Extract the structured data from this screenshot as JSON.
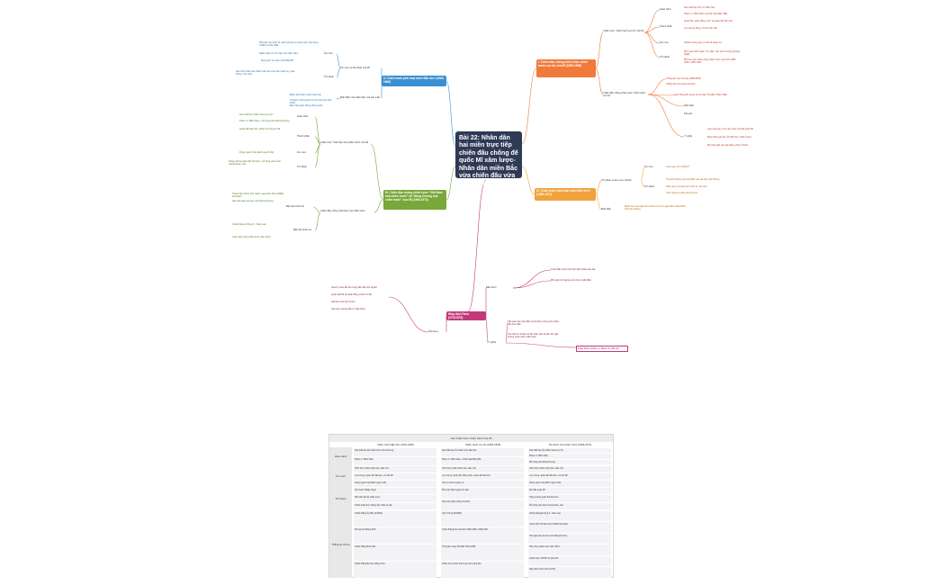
{
  "center_title": "Bài 22: Nhân dân hai miền trực tiếp chiến đấu chống đế quốc Mĩ xâm lược-Nhân dân miền Bắc vừa chiến đấu vừa sản xuất (1965-1973)",
  "branches": {
    "b1": {
      "title": "I. Chiến đấu chống chiến lược chiến tranh cục bộ của Mĩ (1965-1968)",
      "color": "#f07a3c"
    },
    "b2": {
      "title": "II. Chiến tranh phá hoại miền Bắc lần I (1965-1968)",
      "color": "#3a8fd0"
    },
    "b3": {
      "title": "III. Chiến đấu chống chiến lược \"Việt Nam hoá chiến tranh\" và \"Đông Dương hoá chiến tranh\" của Mĩ (1969-1973)",
      "color": "#7aa73a"
    },
    "b4": {
      "title": "IV. Chiến tranh phá hoại miền Bắc lần II (1969-1973)",
      "color": "#f0a23c"
    },
    "b5": {
      "title": "Hiệp định Paris (27/1/1973)",
      "color": "#c23a7a"
    }
  },
  "b1_sub": {
    "s1": "Chiến lược \"chiến tranh cục bộ\" của Mĩ",
    "s2": "Chiến đấu chống chiến lược \"chiến tranh cục bộ\"",
    "leaves": [
      "Hoàn cảnh",
      "Sau thất bại của \"CT đặc biệt\"",
      "Phạm vi: Miền Nam và phá hoại Miền Bắc",
      "Thành phần",
      "Quân Mĩ, quân đồng minh và quân đội Sài Gòn",
      "Lực lượng đông, vũ khí hiện đại",
      "Âm mưu",
      "Nhanh chóng tạo ưu thế về quân sự",
      "Thủ đoạn",
      "Mở cuộc hành quân \"tìm diệt\" vào Vạn Tường (Quảng Ngãi)",
      "Mở hai cuộc phản công chiến lược mùa khô 1965-1966, 1966-1967",
      "Thắng lợi Vạn Tường (18/8/1965)",
      "Thắng lợi trong hai mùa khô",
      "Cuộc Tổng tiến công và nổi dậy Tết Mậu Thân 1968",
      "Diễn biến",
      "Kết quả",
      "Ý nghĩa",
      "Làm lung lay ý chí xâm lược của đế quốc Mĩ",
      "Buộc Mĩ tuyên bố \"phi Mĩ hóa\" chiến tranh",
      "Mĩ phải ngồi vào bàn đàm phán ở Paris"
    ]
  },
  "b2_sub": {
    "s1": "Âm mưu và thủ đoạn của Mĩ",
    "s2": "Miền Bắc vừa chiến đấu vừa sản xuất",
    "leaves": [
      "Âm mưu",
      "Phá tiềm lực kinh tế, quốc phòng và công cuộc xây dựng CNXH ở miền Bắc",
      "Ngăn chặn sự chi viện cho miền Nam",
      "Thủ đoạn",
      "Dựng lên \"sự kiện Vịnh Bắc Bộ\"",
      "Ném bom bắn phá, đánh vào các mục tiêu quân sự, giao thông, nhà máy",
      "Đánh bại chiến tranh phá hoại",
      "Chuyển hướng kinh tế cho phù hợp thời chiến",
      "Đảm bảo giao thông thông suốt"
    ]
  },
  "b3_sub": {
    "s1": "Chiến lược \"Việt Nam hoá chiến tranh\" của Mĩ",
    "s2": "Chiến đấu chống Việt Nam hoá chiến tranh",
    "leaves": [
      "Hoàn cảnh",
      "Sau thất bại \"chiến tranh cục bộ\"",
      "Phạm vi: Miền Nam, mở rộng toàn Đông Dương",
      "Thành phần",
      "Quân đội Sài Gòn, phối hợp hỏa lực Mĩ",
      "Âm mưu",
      "Dùng người Việt đánh người Việt",
      "Thủ đoạn",
      "Tăng cường quân đội Sài Gòn, mở rộng xâm lược Campuchia, Lào",
      "Mặt trận Chính trị",
      "Mặt trận Quân sự",
      "Thành lập Chính phủ Cách mạng lâm thời CHMN Việt Nam",
      "Hội nghị cấp cao ba nước Đông Dương",
      "Chiến thắng đường 9 - Nam Lào",
      "Cuộc tiến công chiến lược năm 1972"
    ]
  },
  "b4_sub": {
    "s1": "Thủ đoạn và âm mưu của Mĩ",
    "s2": "Miền Bắc",
    "leaves": [
      "Âm mưu",
      "Cứu nguy cho VNHCT",
      "Thủ đoạn",
      "Tập kích bằng máy bay B52 vào Hà Nội, Hải Phòng",
      "Khôi phục và phát triển kinh tế, văn hóa",
      "Làm nghĩa vụ hậu phương lớn",
      "Đánh bại cuộc tập kích chiến lược 12 ngày đêm, Điện Biên Phủ trên không"
    ]
  },
  "b5_sub": {
    "s1": "Đấu tranh",
    "s2": "Nội dung",
    "s3": "Ý nghĩa",
    "leaves": [
      "Hoa Kỳ cam kết tôn trọng độc lập chủ quyền",
      "Quân đội Mĩ và quân đồng minh rút hết",
      "Hai bên trao trả tù binh",
      "Các bên ngừng bắn ở miền Nam",
      "Cuộc đấu tranh trên bàn đàm phán kéo dài",
      "Mĩ tuyên bố ngừng ném bom miền Bắc",
      "Kết quả của cuộc đấu tranh kiên cường của nhân dân hai miền",
      "Tạo thời cơ thuận lợi để nhân dân ta tiến lên giải phóng hoàn toàn miền Nam",
      "Hoàn thành nhiệm vụ \"Đánh cho Mĩ cút\""
    ]
  },
  "table": {
    "caption": "Các chiến lược chiến tranh của Mĩ",
    "headers": [
      "Chiến tranh đặc biệt (1961-1965)",
      "Chiến tranh cục bộ (1965-1968)",
      "Việt Nam hoá chiến tranh (1969-1973)"
    ],
    "rows": [
      {
        "label": "Hoàn cảnh",
        "cells": [
          [
            "Sau thất bại của chiến lược đơn phương",
            "Phạm vi: Miền Nam"
          ],
          [
            "Sau thất bại của chiến lược đặc biệt",
            "Phạm vi: Miền Nam + Phá hoại Miền Bắc"
          ],
          [
            "Sau thất bại của chiến tranh cục bộ",
            "Phạm vi: Miền Nam",
            "Mở rộng toàn Đông Dương"
          ]
        ]
      },
      {
        "label": "Âm mưu",
        "cells": [
          [
            "Hình thức chiến tranh thực dân mới",
            "Lực lượng: quân đội Sài Gòn, cố vấn Mĩ",
            "Dùng người Việt đánh người Việt"
          ],
          [
            "Hình thức chiến tranh thực dân mới",
            "Lực lượng: Quân Mĩ, đồng minh, quân đội Sài Gòn",
            "Tạo ưu thế về quân sự"
          ],
          [
            "Hình thức chiến tranh thực dân mới",
            "Lực lượng: quân đội Sài Gòn, cố vấn Mĩ",
            "Dùng người Việt đánh người Việt"
          ]
        ]
      },
      {
        "label": "Thủ đoạn",
        "cells": [
          [
            "Kế hoạch Stalây-Taylo",
            "Dồn dân lập ấp chiến lược",
            "Chiến thuật trực thăng vận, thiết xa vận"
          ],
          [
            "Mở cuộc hành quân tìm diệt",
            "Hai cuộc phản công mùa khô"
          ],
          [
            "Rút dần quân Mĩ",
            "Tăng cường quân đội Sài Gòn",
            "Mở rộng xâm lược Campuchia, Lào"
          ]
        ]
      },
      {
        "label": "Thắng lợi của ta",
        "cells": [
          [
            "Chiến thắng Ấp Bắc (2/1963)",
            "Phong trào Đồng Khởi",
            "Chiến thắng Bình Giã",
            "Chiến thắng Ba Gia, Đồng Xoài"
          ],
          [
            "Vạn Tường (8/1965)",
            "Chiến thắng hai mùa khô 1965-1966, 1966-1967",
            "Tổng tiến công Tết Mậu Thân 1968",
            "Chiến lược chiến tranh cục bộ bị phá sản"
          ],
          [
            "Chiến thắng Đường 9 - Nam Lào",
            "Chính phủ CM lâm thời CHMN Việt Nam",
            "Hội nghị cấp cao ba nước Đông Dương",
            "Tiến công chiến lược năm 1972",
            "Chiến lược VNHCT bị phá sản",
            "Hiệp định Paris (27/1/1973)"
          ]
        ]
      }
    ]
  }
}
